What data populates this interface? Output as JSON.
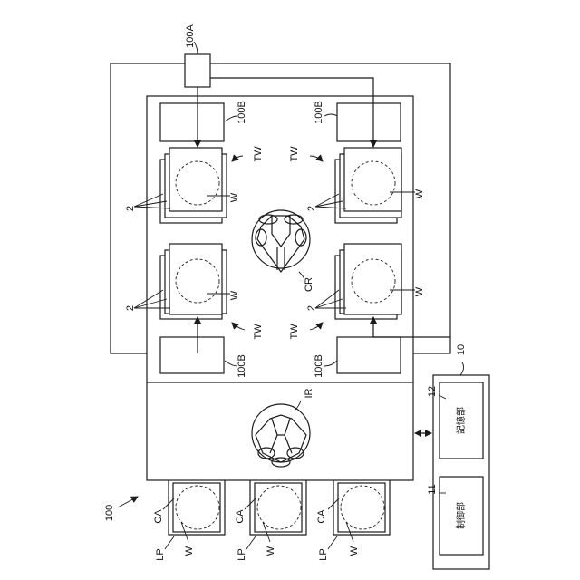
{
  "labels": {
    "system": "100",
    "controller_ref": "100A",
    "fan_unit": "100B",
    "processing_unit": "2",
    "transfer_chamber": "TW",
    "wafer": "W",
    "robot_cr": "CR",
    "robot_ir": "IR",
    "carrier": "CA",
    "load_port": "LP",
    "control_unit": "10",
    "storage_ref": "12",
    "control_ref": "11"
  },
  "text_jp": {
    "storage": "記憶部",
    "control": "制御部"
  }
}
